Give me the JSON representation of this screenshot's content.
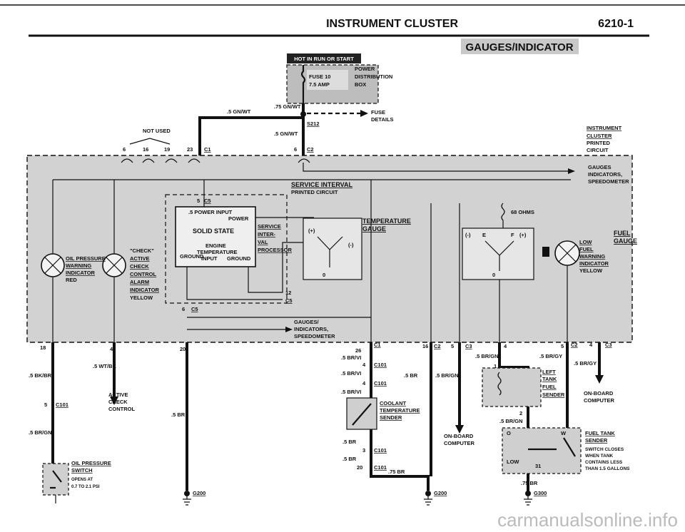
{
  "header": {
    "title": "INSTRUMENT CLUSTER",
    "page": "6210-1"
  },
  "section_label": "GAUGES/INDICATOR",
  "hot_banner": "HOT IN RUN OR START",
  "fuse_box": {
    "fuse": "FUSE 10",
    "amp": "7.5 AMP",
    "dist1": "POWER",
    "dist2": "DISTRIBUTION",
    "dist3": "BOX"
  },
  "fuse_details": [
    "FUSE",
    "DETAILS"
  ],
  "splice": "S212",
  "not_used": "NOT USED",
  "wire_labels": {
    "gn_wt_left": ".5 GN/WT",
    "gn_wt_75": ".75 GN/WT",
    "gn_wt_mid": ".5 GN/WT",
    "wt_bk": ".5 WT/BK",
    "bk_br": ".5 BK/BR",
    "br_gn_left": ".5 BR/GN",
    "br_20": ".5 BR",
    "br_vi_1": ".5 BR/VI",
    "br_vi_2": ".5 BR/VI",
    "br_vi_3": ".5 BR/VI",
    "br_a": ".5 BR",
    "br_b": ".5 BR",
    "br_gn_a": ".5 BR/GN",
    "br_gn_b": ".5 BR/GN",
    "br_gn_c": ".5 BR/GN",
    "br_gy_a": ".5 BR/GY",
    "br_gy_b": ".5 BR/GY",
    "br_75_a": ".75 BR",
    "br_75_b": ".75 BR",
    "br_c": ".5 BR"
  },
  "pins": {
    "p6": "6",
    "p16": "16",
    "p19": "19",
    "p23": "23",
    "c1": "C1",
    "p6b": "6",
    "c2": "C2",
    "p5c5": "5",
    "c5": "C5",
    "p12": "12",
    "c5b": "C5",
    "p6c5": "6",
    "c5c": "C5",
    "p18": "18",
    "p4a": "4",
    "p20": "20",
    "p26": "26",
    "c1b": "C1",
    "p16b": "16",
    "c2b": "C2",
    "p5c3": "5",
    "c3": "C3",
    "p4b": "4",
    "p5b": "5",
    "c2c": "C2",
    "p4c": "4",
    "c3b": "C3",
    "p4d": "4",
    "c101a": "C101",
    "p4e": "4",
    "c101b": "C101",
    "p5c101": "5",
    "c101c": "C101",
    "p3": "3",
    "c101d": "C101",
    "p20b": "20",
    "c101e": "C101",
    "p1": "1",
    "p2": "2",
    "p31": "31",
    "o": "O",
    "w": "W",
    "low": "LOW"
  },
  "instrument_cluster": [
    "INSTRUMENT",
    "CLUSTER",
    "PRINTED",
    "CIRCUIT"
  ],
  "gauges_ind_top": [
    "GAUGES",
    "INDICATORS,",
    "SPEEDOMETER"
  ],
  "gauges_ind_bot": [
    "GAUGES/",
    "INDICATORS,",
    "SPEEDOMETER"
  ],
  "service_interval": [
    "SERVICE INTERVAL",
    "PRINTED CIRCUIT"
  ],
  "solid_state": {
    "power_input": ".5 POWER INPUT",
    "power": "POWER",
    "title": "SOLID STATE",
    "engine": "ENGINE",
    "temp": "TEMPERATURE",
    "ground": "GROUND",
    "input": "INPUT",
    "ground2": "GROUND",
    "svc": [
      "SERVICE",
      "INTER-",
      "VAL",
      "PROCESSOR"
    ]
  },
  "temp_gauge": [
    "TEMPERATURE",
    "GAUGE"
  ],
  "plus": "(+)",
  "minus": "(-)",
  "zero": "0",
  "fuel_gauge": {
    "ohms": "68 OHMS",
    "title": [
      "FUEL",
      "GAUGE"
    ],
    "e": "E",
    "f": "F",
    "minus": "(-)",
    "plus": "(+)",
    "zero": "0",
    "low": [
      "LOW",
      "FUEL",
      "WARNING",
      "INDICATOR",
      "YELLOW"
    ]
  },
  "oil_ind": [
    "OIL PRESSURE",
    "WARNING",
    "INDICATOR",
    "RED"
  ],
  "check_ind": [
    "\"CHECK\"",
    "ACTIVE",
    "CHECK",
    "CONTROL",
    "ALARM",
    "INDICATOR",
    "YELLOW"
  ],
  "active_check": [
    "ACTIVE",
    "CHECK",
    "CONTROL"
  ],
  "oil_switch": [
    "OIL PRESSURE",
    "SWITCH",
    "OPENS AT",
    "0.7 TO 2.1 PSI"
  ],
  "coolant": [
    "COOLANT",
    "TEMPERATURE",
    "SENDER"
  ],
  "left_tank": [
    "LEFT",
    "TANK",
    "FUEL",
    "SENDER"
  ],
  "onboard_a": [
    "ON-BOARD",
    "COMPUTER"
  ],
  "onboard_b": [
    "ON-BOARD",
    "COMPUTER"
  ],
  "fuel_tank": [
    "FUEL TANK",
    "SENDER",
    "SWITCH CLOSES",
    "WHEN TANK",
    "CONTAINS LESS",
    "THAN 1.5 GALLONS"
  ],
  "grounds": {
    "g200a": "G200",
    "g200b": "G200",
    "g300": "G300"
  },
  "watermark": "carmanualsonline.info"
}
